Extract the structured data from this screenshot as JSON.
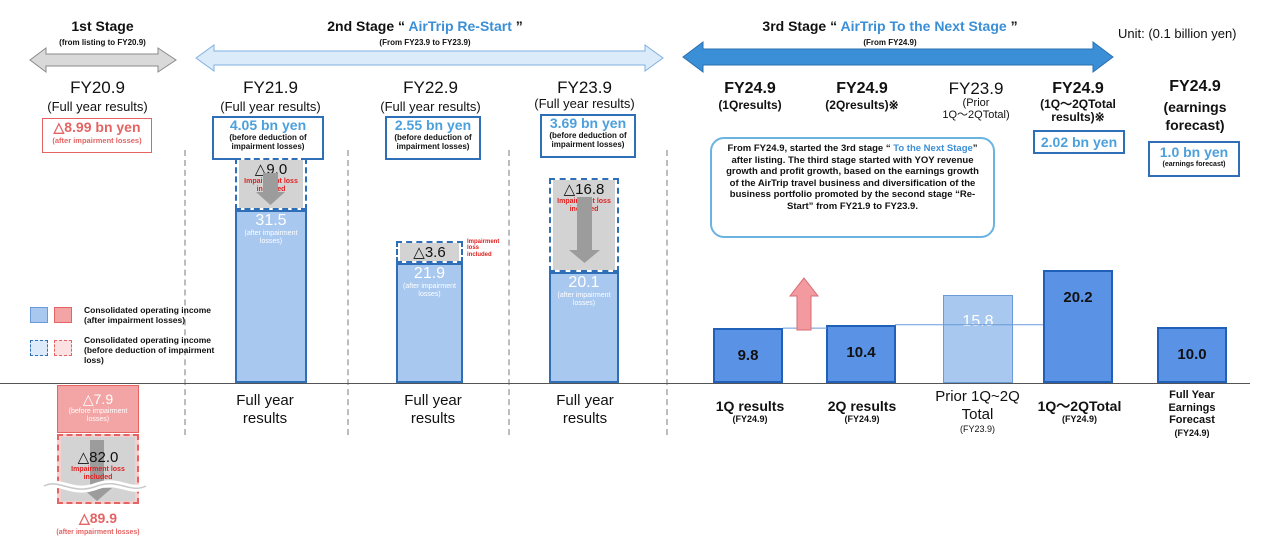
{
  "unit": "Unit: (0.1 billion yen)",
  "stages": [
    {
      "title": "1st Stage",
      "title_hl": "",
      "title_end": "",
      "sub": "(from listing to FY20.9)"
    },
    {
      "title": "2nd Stage “ ",
      "title_hl": "AirTrip Re-Start",
      "title_end": " ”",
      "sub": "(From FY23.9 to FY23.9)"
    },
    {
      "title": "3rd Stage “ ",
      "title_hl": "AirTrip To the Next Stage",
      "title_end": " ”",
      "sub": "(From FY24.9)"
    }
  ],
  "columns": {
    "c1": {
      "fy": "FY20.9",
      "sub": "(Full year results)",
      "box_value": "△8.99 bn yen",
      "box_note": "(after impairment losses)"
    },
    "c2": {
      "fy": "FY21.9",
      "sub": "(Full year results)",
      "box_value": "4.05 bn yen",
      "box_note": "(before deduction of impairment losses)",
      "bar_value": "31.5",
      "bar_note": "(after impairment losses)",
      "imp_value": "△9.0",
      "imp_note": "Impairment loss included",
      "category": "Full year results"
    },
    "c3": {
      "fy": "FY22.9",
      "sub": "(Full year results)",
      "box_value": "2.55 bn yen",
      "box_note": "(before deduction of impairment losses)",
      "bar_value": "21.9",
      "bar_note": "(after impairment losses)",
      "imp_value": "△3.6",
      "imp_note": "Impairment loss included",
      "category": "Full year results"
    },
    "c4": {
      "fy": "FY23.9",
      "sub": "(Full year results)",
      "box_value": "3.69 bn yen",
      "box_note": "(before deduction of impairment losses)",
      "bar_value": "20.1",
      "bar_note": "(after impairment losses)",
      "imp_value": "△16.8",
      "imp_note": "Impairment loss included",
      "category": "Full year results"
    },
    "c5": {
      "fy": "FY24.9",
      "sub": "(1Qresults)",
      "bar_value": "9.8",
      "category": "1Q results",
      "cat_sub": "(FY24.9)"
    },
    "c6": {
      "fy": "FY24.9",
      "sub": "(2Qresults)※",
      "bar_value": "10.4",
      "category": "2Q results",
      "cat_sub": "(FY24.9)"
    },
    "c7": {
      "fy": "FY23.9",
      "sub": "(Prior",
      "sub2": "1Q～2QTotal)",
      "bar_value": "15.8",
      "category": "Prior 1Q~2Q",
      "category2": "Total",
      "cat_sub": "(FY23.9)"
    },
    "c8": {
      "fy": "FY24.9",
      "sub": "(1Q～2QTotal",
      "sub2": "results)※",
      "box_value": "2.02 bn yen",
      "bar_value": "20.2",
      "category": "1Q～2QTotal",
      "cat_sub": "(FY24.9)"
    },
    "c9": {
      "fy": "FY24.9",
      "sub": "(earnings",
      "sub2": "forecast)",
      "box_value": "1.0 bn yen",
      "box_note": "(earnings forecast)",
      "bar_value": "10.0",
      "category": "Full Year",
      "category2": "Earnings",
      "category3": "Forecast",
      "cat_sub": "(FY24.9)"
    }
  },
  "fy20": {
    "bar_value": "△7.9",
    "bar_note": "(before impairment losses)",
    "imp_value": "△82.0",
    "imp_note": "Impairment loss included",
    "total_value": "△89.9",
    "total_note": "(after impairment losses)"
  },
  "callout": {
    "text_a": "From FY24.9, started the 3rd stage “ ",
    "text_hl": "To the Next Stage",
    "text_b": "” after listing. The third stage started with YOY revenue growth and profit growth, based on the earnings growth of the AirTrip travel business and diversification of the business portfolio promoted by the second stage “Re-Start” from FY21.9 to FY23.9."
  },
  "legend": [
    {
      "label": "Consolidated operating income (after impairment losses)"
    },
    {
      "label": "Consolidated operating income (before deduction of impairment loss)"
    }
  ],
  "colors": {
    "blue_fill": "#a8c8f0",
    "blue_dark": "#5a93e6",
    "border": "#2f6fb8",
    "red": "#e46464",
    "red_fill": "#f3a5a5",
    "accent": "#3b8fd6"
  },
  "chart_data": {
    "type": "bar",
    "categories": [
      "FY20.9",
      "FY21.9",
      "FY22.9",
      "FY23.9",
      "1Q results (FY24.9)",
      "2Q results (FY24.9)",
      "Prior 1Q~2Q Total (FY23.9)",
      "1Q～2QTotal (FY24.9)",
      "Full Year Earnings Forecast (FY24.9)"
    ],
    "series": [
      {
        "name": "Consolidated operating income (after impairment losses)",
        "values": [
          -89.9,
          31.5,
          21.9,
          20.1,
          9.8,
          10.4,
          15.8,
          20.2,
          10.0
        ]
      },
      {
        "name": "Consolidated operating income (before deduction of impairment loss)",
        "values": [
          -7.9,
          40.5,
          25.5,
          36.9,
          9.8,
          10.4,
          15.8,
          20.2,
          10.0
        ]
      }
    ],
    "impairment": [
      -82.0,
      -9.0,
      -3.6,
      -16.8,
      0,
      0,
      0,
      0,
      0
    ],
    "ylabel": "",
    "xlabel": "",
    "title": ""
  }
}
